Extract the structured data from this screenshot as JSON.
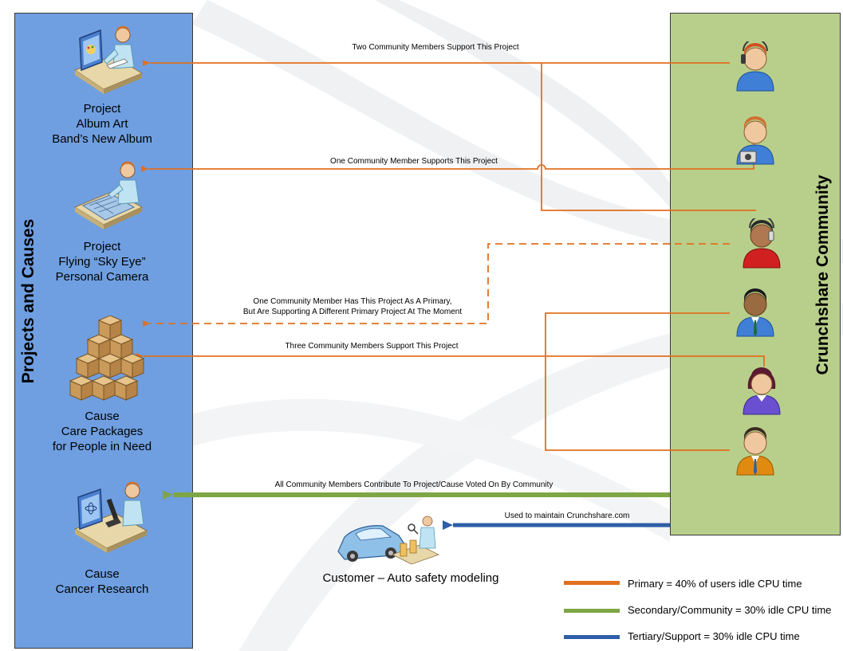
{
  "left_panel": {
    "title": "Projects and Causes"
  },
  "right_panel": {
    "title": "Crunchshare Community"
  },
  "items": [
    {
      "lines": [
        "Project",
        "Album Art",
        "Band’s New Album"
      ]
    },
    {
      "lines": [
        "Project",
        "Flying “Sky Eye”",
        "Personal Camera"
      ]
    },
    {
      "lines": [
        "Cause",
        "Care Packages",
        "for People in Need"
      ]
    },
    {
      "lines": [
        "Cause",
        "Cancer Research"
      ]
    }
  ],
  "links": {
    "two_members": "Two Community Members Support This Project",
    "one_member": "One Community Member Supports This Project",
    "primary_elsewhere_1": "One Community Member Has This Project As A Primary,",
    "primary_elsewhere_2": "But Are Supporting A Different Primary Project At The Moment",
    "three_members": "Three Community Members Support This Project",
    "all_members": "All Community Members Contribute To Project/Cause Voted On By Community",
    "maintain": "Used to maintain Crunchshare.com"
  },
  "customer": {
    "label": "Customer – Auto safety modeling"
  },
  "legend": [
    {
      "text": "Primary = 40% of users idle CPU time",
      "color": "#e07020"
    },
    {
      "text": "Secondary/Community = 30% idle CPU time",
      "color": "#7ea644"
    },
    {
      "text": "Tertiary/Support = 30% idle CPU time",
      "color": "#2e5fa8"
    }
  ],
  "colors": {
    "primary": "#e07020",
    "secondary": "#7ea644",
    "tertiary": "#2e5fa8",
    "left_panel": "#6f9fe0",
    "right_panel": "#b8cf8b"
  },
  "icons": [
    "artist-at-desk-icon",
    "engineer-at-drafting-table-icon",
    "stacked-boxes-icon",
    "scientist-with-microscope-icon",
    "car-safety-test-icon",
    "headset-member-icon",
    "camera-member-icon",
    "headset-member-red-icon",
    "businessman-member-icon",
    "woman-member-icon",
    "orange-suit-member-icon"
  ]
}
